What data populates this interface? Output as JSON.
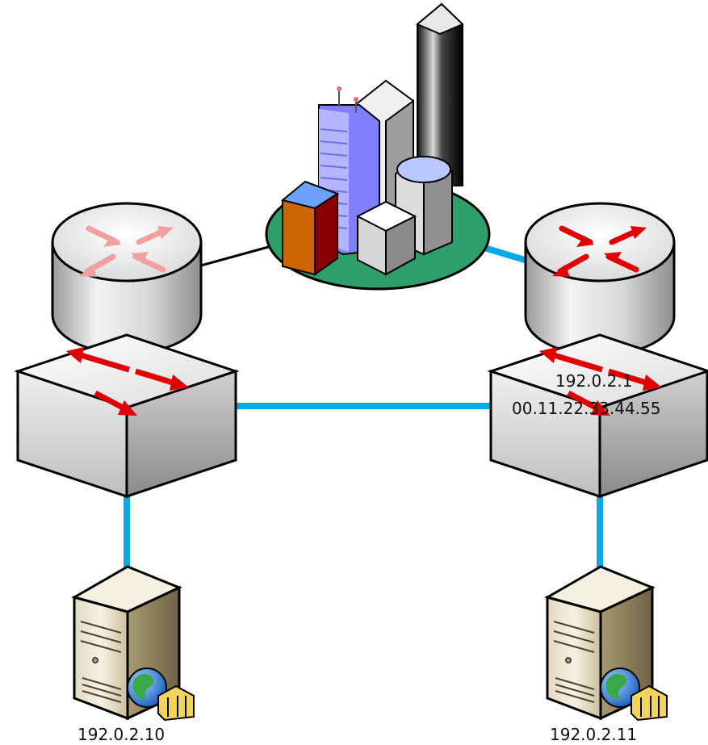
{
  "diagram": {
    "nodes": [
      {
        "id": "internet-city",
        "icon": "city-cloud-icon"
      },
      {
        "id": "router-left",
        "icon": "router-icon",
        "state": "faded"
      },
      {
        "id": "router-right",
        "icon": "router-icon",
        "state": "active"
      },
      {
        "id": "switch-left",
        "icon": "switch-icon"
      },
      {
        "id": "switch-right",
        "icon": "switch-icon"
      },
      {
        "id": "server-left",
        "icon": "web-server-icon"
      },
      {
        "id": "server-right",
        "icon": "web-server-icon"
      }
    ],
    "links": [
      {
        "from": "router-left",
        "to": "internet-city",
        "style": "thin-black"
      },
      {
        "from": "router-right",
        "to": "internet-city",
        "style": "thick-blue"
      },
      {
        "from": "switch-left",
        "to": "switch-right",
        "style": "thick-blue"
      },
      {
        "from": "switch-left",
        "to": "server-left",
        "style": "thick-blue"
      },
      {
        "from": "switch-right",
        "to": "server-right",
        "style": "thick-blue"
      }
    ],
    "labels": {
      "gateway_ip": "192.0.2.1",
      "gateway_mac": "00.11.22.33.44.55",
      "server_left_ip": "192.0.2.10",
      "server_right_ip": "192.0.2.11"
    },
    "colors": {
      "link_blue": "#0BA8E8",
      "link_black": "#000000",
      "arrow_red": "#E00000",
      "arrow_faded": "#F0A0A0",
      "ground_green": "#2E9E6A"
    }
  }
}
